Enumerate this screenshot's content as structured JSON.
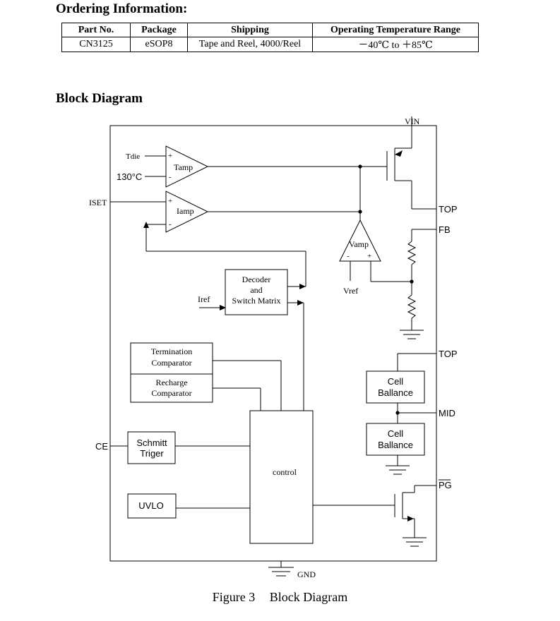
{
  "ordering": {
    "heading": "Ordering Information:",
    "columns": [
      "Part No.",
      "Package",
      "Shipping",
      "Operating Temperature Range"
    ],
    "rows": [
      [
        "CN3125",
        "eSOP8",
        "Tape and Reel, 4000/Reel",
        "－40℃  to  ＋85℃"
      ]
    ]
  },
  "block_diagram": {
    "heading": "Block Diagram",
    "pins": {
      "vin": "VIN",
      "iset": "ISET",
      "top1": "TOP",
      "fb": "FB",
      "top2": "TOP",
      "mid": "MID",
      "ce": "CE",
      "pg": "PG",
      "gnd": "GND"
    },
    "labels": {
      "tdie": "Tdie",
      "temp130": "130°C",
      "tamp": "Tamp",
      "iamp": "Iamp",
      "vamp": "Vamp",
      "vref": "Vref",
      "iref": "Iref",
      "decoder_1": "Decoder",
      "decoder_2": "and",
      "decoder_3": "Switch Matrix",
      "term_1": "Termination",
      "term_2": "Comparator",
      "rech_1": "Recharge",
      "rech_2": "Comparator",
      "schmitt_1": "Schmitt",
      "schmitt_2": "Triger",
      "uvlo": "UVLO",
      "control": "control",
      "cell_1": "Cell",
      "cell_2": "Ballance",
      "plus": "+",
      "minus": "-"
    },
    "caption_figure": "Figure 3",
    "caption_title": "Block Diagram"
  }
}
